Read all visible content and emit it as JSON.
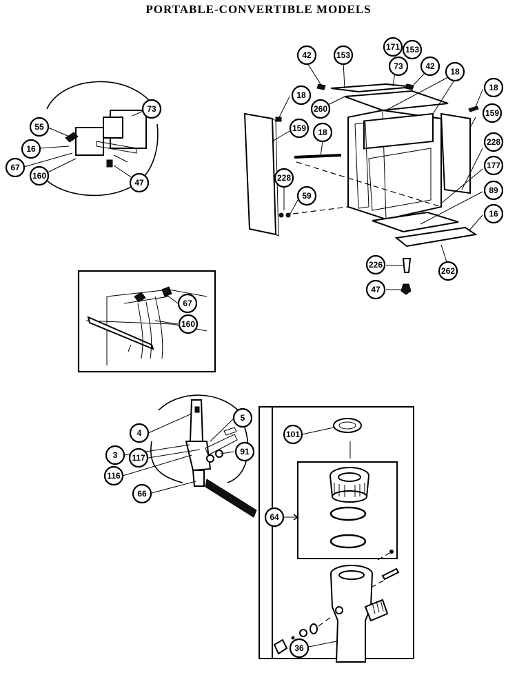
{
  "title": "PORTABLE-CONVERTIBLE MODELS",
  "callouts": [
    "42",
    "153",
    "171",
    "153",
    "73",
    "42",
    "18",
    "18",
    "260",
    "159",
    "18",
    "18",
    "159",
    "228",
    "177",
    "228",
    "59",
    "89",
    "16",
    "226",
    "262",
    "47",
    "73",
    "55",
    "16",
    "67",
    "160",
    "47",
    "67",
    "160",
    "4",
    "5",
    "3",
    "117",
    "91",
    "116",
    "66",
    "101",
    "64",
    "36"
  ]
}
